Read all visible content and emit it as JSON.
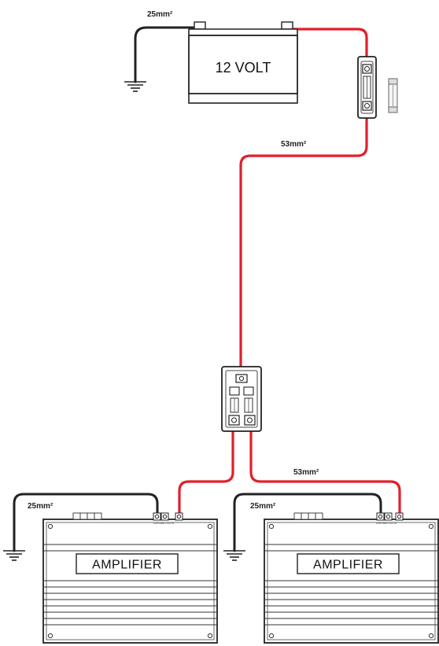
{
  "labels": {
    "battery_ground_wire": "25mm²",
    "main_power_wire": "53mm²",
    "battery": "12 VOLT",
    "amp_feed_wire": "53mm²",
    "amp1_ground_wire": "25mm²",
    "amp2_ground_wire": "25mm²",
    "amp1": "AMPLIFIER",
    "amp2": "AMPLIFIER"
  },
  "colors": {
    "power_wire": "#e0202a",
    "ground_wire": "#222222",
    "outline": "#222222"
  }
}
